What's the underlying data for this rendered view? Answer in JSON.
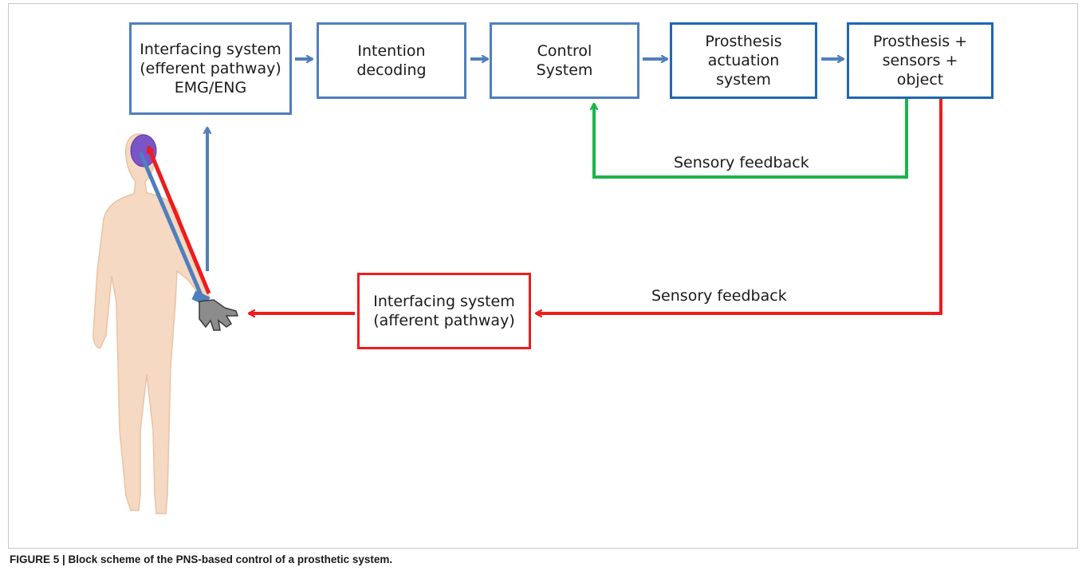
{
  "diagram": {
    "boxes": {
      "efferent_interface": "Interfacing system\n(efferent pathway)\nEMG/ENG",
      "intention_decoding": "Intention\ndecoding",
      "control_system": "Control\nSystem",
      "prosthesis_actuation": "Prosthesis\nactuation\nsystem",
      "prosthesis_sensors": "Prosthesis +\nsensors +\nobject",
      "afferent_interface": "Interfacing system\n(afferent pathway)"
    },
    "labels": {
      "feedback_green": "Sensory feedback",
      "feedback_red": "Sensory feedback"
    },
    "colors": {
      "efferent_arrow": "#4f7fbd",
      "box_border_blue": "#1f67b1",
      "feedback_green": "#1db34a",
      "afferent_red": "#ee1c1c",
      "skin": "#f5d9c2",
      "brain": "#7a55c8"
    }
  },
  "caption": "FIGURE 5 | Block scheme of the PNS-based control of a prosthetic system."
}
